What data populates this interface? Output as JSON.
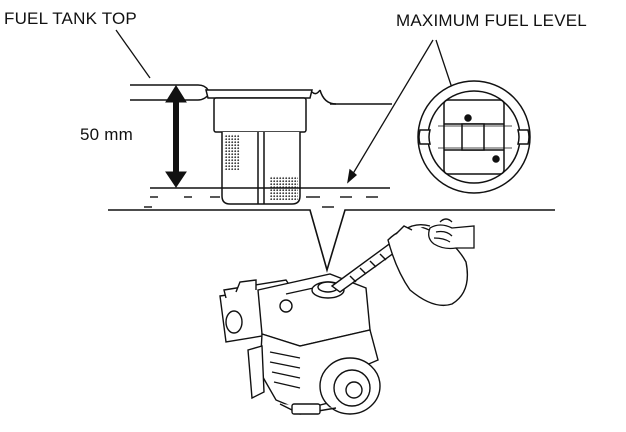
{
  "labels": {
    "fuel_tank_top": "FUEL TANK TOP",
    "maximum_fuel_level": "MAXIMUM FUEL LEVEL",
    "dimension": "50 mm"
  },
  "colors": {
    "line": "#111111",
    "background": "#ffffff",
    "hatch": "#333333"
  },
  "icons": [
    "fuel-strainer-icon",
    "fuel-cap-gauge-icon",
    "engine-icon",
    "fuel-can-icon",
    "hand-icon"
  ]
}
